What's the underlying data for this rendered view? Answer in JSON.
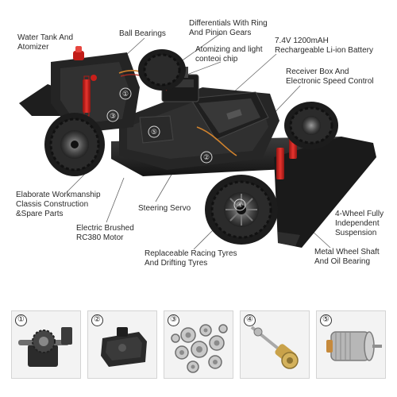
{
  "callouts": {
    "water_tank": "Water Tank And\nAtomizer",
    "ball_bearings": "Ball Bearings",
    "differentials": "Differentials With Ring\nAnd Pinion Gears",
    "battery": "7.4V 1200mAH\nRechargeable Li-ion Battery",
    "atomizing_chip": "Atomizing and light\nconteoi chip",
    "receiver": "Receiver Box And\nElectronic Speed Control",
    "workmanship": "Elaborate Workmanship\nClassis Construction\n&Spare Parts",
    "steering_servo": "Steering Servo",
    "motor": "Electric Brushed\nRC380 Motor",
    "suspension": "4-Wheel Fully\nIndependent\nSuspension",
    "tyres": "Replaceable Racing Tyres\nAnd Drifting Tyres",
    "shaft": "Metal Wheel Shaft\nAnd Oil Bearing"
  },
  "markers": [
    "①",
    "②",
    "③",
    "④",
    "⑤"
  ],
  "tiles": [
    {
      "number": "①",
      "icon": "differential-gear-icon"
    },
    {
      "number": "②",
      "icon": "steering-servo-icon"
    },
    {
      "number": "③",
      "icon": "ball-bearings-icon"
    },
    {
      "number": "④",
      "icon": "wheel-shaft-icon"
    },
    {
      "number": "⑤",
      "icon": "brushed-motor-icon"
    }
  ],
  "colors": {
    "accent_red": "#d8231f",
    "chassis": "#2a2a2a",
    "tyre": "#1c1c1c",
    "wire_orange": "#d2832d",
    "tile_bg": "#f3f3f3"
  }
}
